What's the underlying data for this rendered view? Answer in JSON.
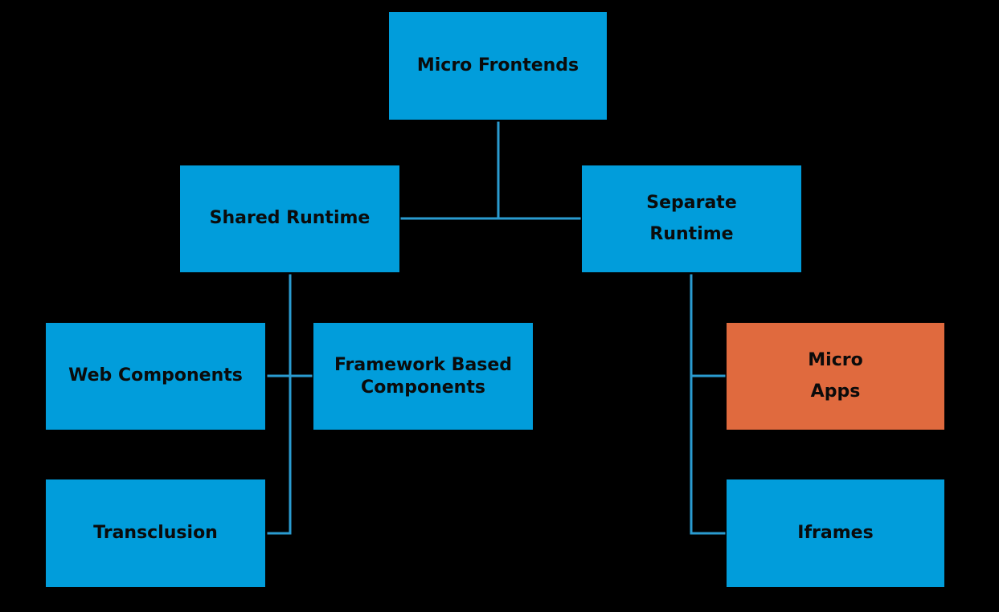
{
  "diagram": {
    "colors": {
      "background": "#000000",
      "node_primary": "#019ddb",
      "node_highlight": "#e06a3e",
      "connector": "#2a9bd0",
      "text": "#0b0b0b"
    },
    "nodes": {
      "root": {
        "label": "Micro Frontends"
      },
      "shared_runtime": {
        "label": "Shared Runtime"
      },
      "separate_runtime": {
        "label": "Separate\nRuntime"
      },
      "web_components": {
        "label": "Web Components"
      },
      "framework_based_components": {
        "label": "Framework Based\nComponents"
      },
      "transclusion": {
        "label": "Transclusion"
      },
      "micro_apps": {
        "label": "Micro\nApps",
        "highlighted": true
      },
      "iframes": {
        "label": "Iframes"
      }
    },
    "edges": [
      {
        "from": "root",
        "to": "shared_runtime"
      },
      {
        "from": "root",
        "to": "separate_runtime"
      },
      {
        "from": "shared_runtime",
        "to": "web_components"
      },
      {
        "from": "shared_runtime",
        "to": "framework_based_components"
      },
      {
        "from": "shared_runtime",
        "to": "transclusion"
      },
      {
        "from": "separate_runtime",
        "to": "micro_apps"
      },
      {
        "from": "separate_runtime",
        "to": "iframes"
      }
    ]
  }
}
